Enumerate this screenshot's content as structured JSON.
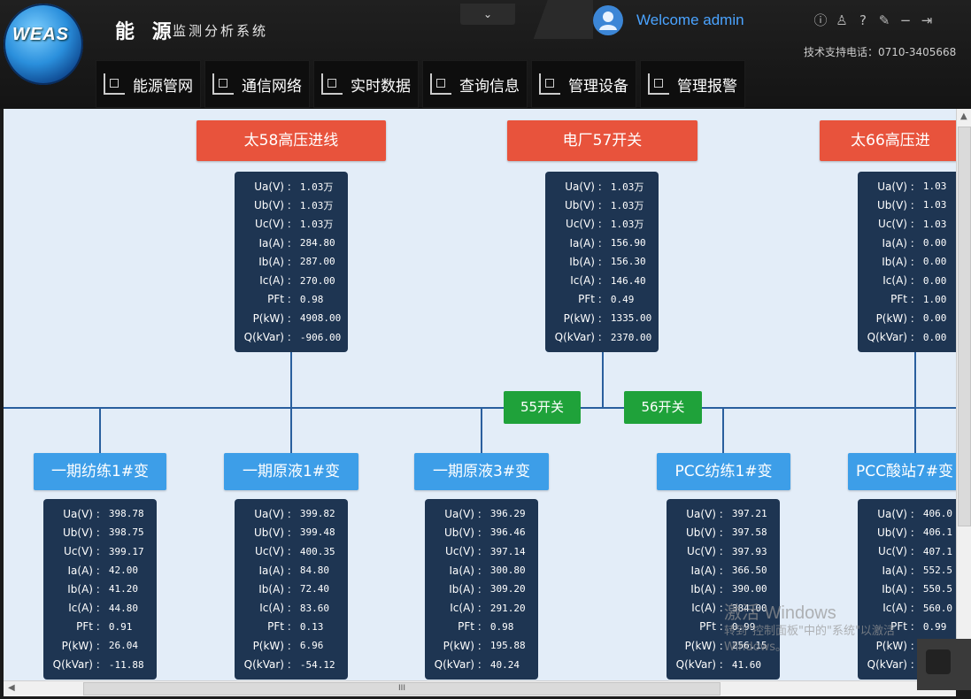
{
  "header": {
    "logo_text": "WEAS",
    "title_main": "能 源",
    "title_sub": "监测分析系统",
    "dropdown_glyph": "⌄",
    "welcome": "Welcome admin",
    "support": "技术支持电话：0710-3405668",
    "icons": [
      "info-icon",
      "user-icon",
      "help-icon",
      "edit-icon",
      "minimize-icon",
      "logout-icon"
    ]
  },
  "nav": [
    "能源管网",
    "通信网络",
    "实时数据",
    "查询信息",
    "管理设备",
    "管理报警"
  ],
  "switches": [
    "55开关",
    "56开关"
  ],
  "labels": [
    "Ua(V) :",
    "Ub(V) :",
    "Uc(V) :",
    "Ia(A) :",
    "Ib(A) :",
    "Ic(A) :",
    "PFt :",
    "P(kW) :",
    "Q(kVar) :"
  ],
  "incomers": [
    {
      "name": "太58高压进线",
      "values": [
        "1.03万",
        "1.03万",
        "1.03万",
        "284.80",
        "287.00",
        "270.00",
        "0.98",
        "4908.00",
        "-906.00"
      ]
    },
    {
      "name": "电厂57开关",
      "values": [
        "1.03万",
        "1.03万",
        "1.03万",
        "156.90",
        "156.30",
        "146.40",
        "0.49",
        "1335.00",
        "2370.00"
      ]
    },
    {
      "name": "太66高压进",
      "values": [
        "1.03",
        "1.03",
        "1.03",
        "0.00",
        "0.00",
        "0.00",
        "1.00",
        "0.00",
        "0.00"
      ]
    }
  ],
  "feeders": [
    {
      "name": "一期纺练1#变",
      "values": [
        "398.78",
        "398.75",
        "399.17",
        "42.00",
        "41.20",
        "44.80",
        "0.91",
        "26.04",
        "-11.88"
      ]
    },
    {
      "name": "一期原液1#变",
      "values": [
        "399.82",
        "399.48",
        "400.35",
        "84.80",
        "72.40",
        "83.60",
        "0.13",
        "6.96",
        "-54.12"
      ]
    },
    {
      "name": "一期原液3#变",
      "values": [
        "396.29",
        "396.46",
        "397.14",
        "300.80",
        "309.20",
        "291.20",
        "0.98",
        "195.88",
        "40.24"
      ]
    },
    {
      "name": "PCC纺练1#变",
      "values": [
        "397.21",
        "397.58",
        "397.93",
        "366.50",
        "390.00",
        "384.00",
        "0.99",
        "256.15",
        "41.60"
      ]
    },
    {
      "name": "PCC酸站7#变",
      "values": [
        "406.0",
        "406.1",
        "407.1",
        "552.5",
        "550.5",
        "560.0",
        "0.99",
        "",
        ""
      ]
    }
  ],
  "watermark": {
    "line1": "激活 Windows",
    "line2": "转到\"控制面板\"中的\"系统\"以激活 Windows。"
  },
  "scroll": {
    "h_thumb_glyph": "III"
  },
  "colors": {
    "incoming": "#e8533c",
    "feeder": "#3d9ee8",
    "switch": "#1fa23a",
    "panel": "#1e3552",
    "bus": "#2a5f9e",
    "canvas": "#e3edf8"
  }
}
